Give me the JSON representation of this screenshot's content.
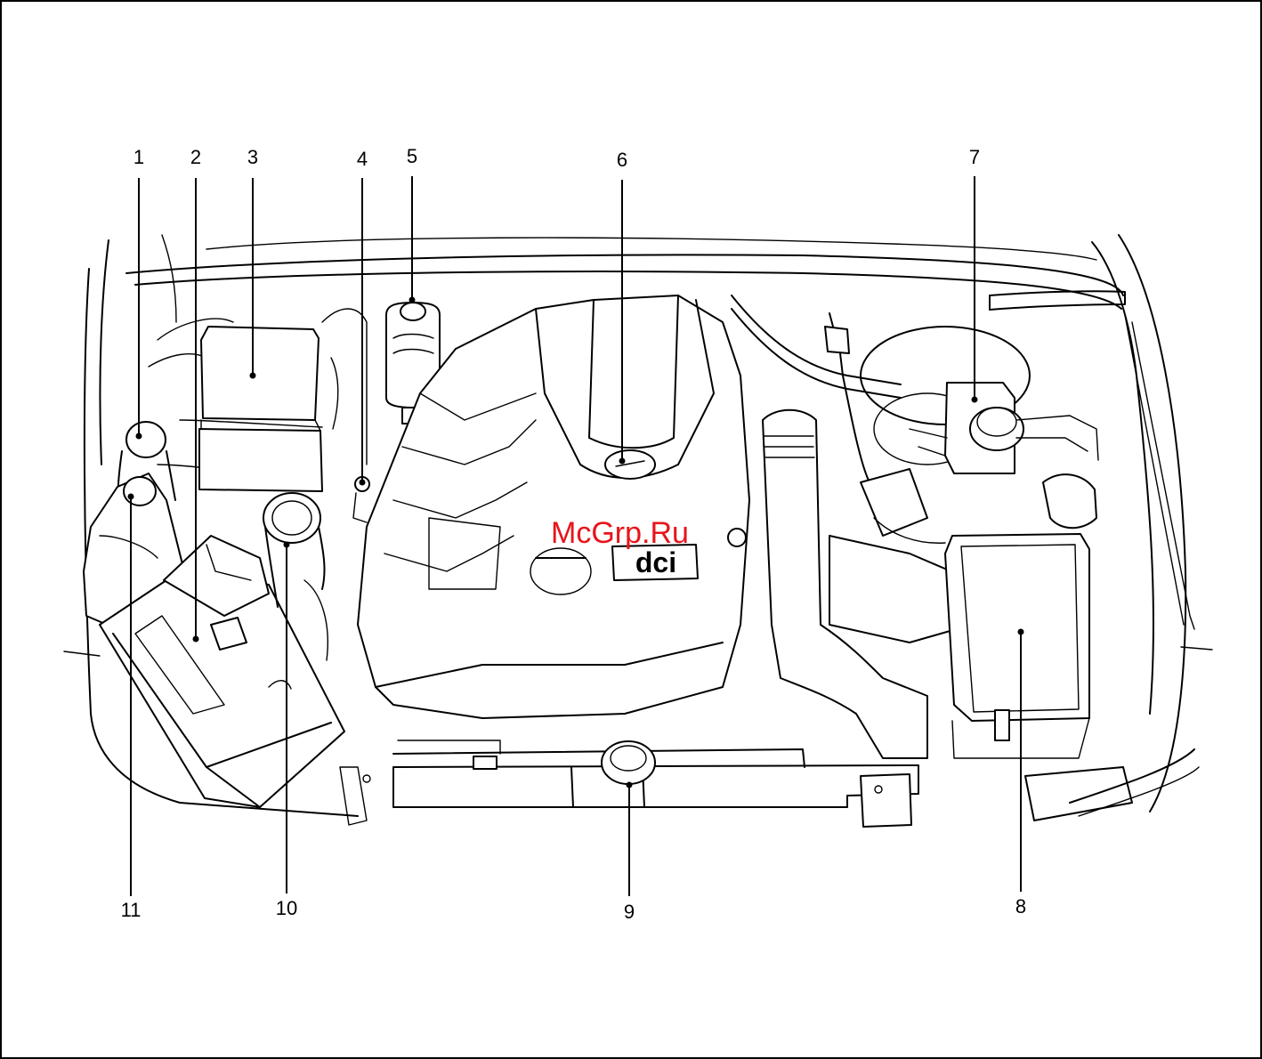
{
  "diagram": {
    "watermark": "McGrp.Ru",
    "engine_badge": "dci",
    "colors": {
      "line": "#000000",
      "background": "#ffffff",
      "watermark": "#e8141b"
    },
    "callouts": [
      {
        "id": "1",
        "label": "1"
      },
      {
        "id": "2",
        "label": "2"
      },
      {
        "id": "3",
        "label": "3"
      },
      {
        "id": "4",
        "label": "4"
      },
      {
        "id": "5",
        "label": "5"
      },
      {
        "id": "6",
        "label": "6"
      },
      {
        "id": "7",
        "label": "7"
      },
      {
        "id": "8",
        "label": "8"
      },
      {
        "id": "9",
        "label": "9"
      },
      {
        "id": "10",
        "label": "10"
      },
      {
        "id": "11",
        "label": "11"
      }
    ]
  }
}
